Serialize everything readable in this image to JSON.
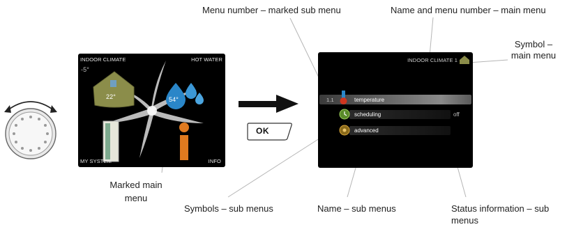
{
  "callouts": {
    "menu_number": "Menu number – marked sub menu",
    "name_and_number": "Name and menu number – main menu",
    "symbol_main_line1": "Symbol –",
    "symbol_main_line2": "main menu",
    "marked_main_line1": "Marked main",
    "marked_main_line2": "menu",
    "symbols_sub": "Symbols – sub menus",
    "name_sub": "Name – sub menus",
    "status_line1": "Status information – sub",
    "status_line2": "menus"
  },
  "main_menu_screen": {
    "indoor_climate": "INDOOR CLIMATE",
    "hot_water": "HOT WATER",
    "my_system": "MY SYSTEM",
    "info": "INFO",
    "outdoor_temp": "-5°",
    "indoor_temp": "22°",
    "water_temp": "54°"
  },
  "ok_button": {
    "label": "OK"
  },
  "sub_menu_screen": {
    "title": "INDOOR CLIMATE 1",
    "menu_number": "1.1",
    "rows": [
      {
        "label": "temperature",
        "status": "",
        "icon": "thermometer-icon"
      },
      {
        "label": "scheduling",
        "status": "off",
        "icon": "clock-icon"
      },
      {
        "label": "advanced",
        "status": "",
        "icon": "gear-icon"
      }
    ]
  }
}
